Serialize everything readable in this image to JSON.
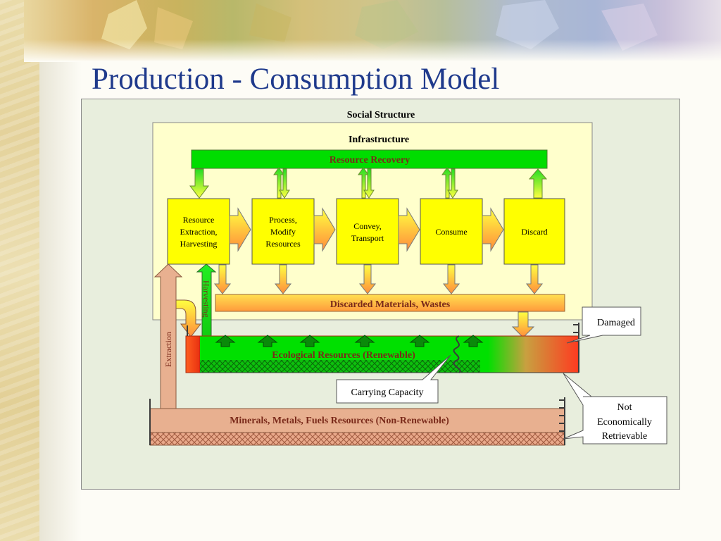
{
  "title": "Production - Consumption Model",
  "diagram": {
    "social_structure": "Social Structure",
    "infrastructure": "Infrastructure",
    "resource_recovery": "Resource Recovery",
    "stages": [
      [
        "Resource",
        "Extraction,",
        "Harvesting"
      ],
      [
        "Process,",
        "Modify",
        "Resources"
      ],
      [
        "Convey,",
        "Transport"
      ],
      [
        "Consume"
      ],
      [
        "Discard"
      ]
    ],
    "discarded": "Discarded Materials, Wastes",
    "harvesting": "Harvesting",
    "extraction": "Extraction",
    "ecological": "Ecological Resources (Renewable)",
    "minerals": "Minerals, Metals, Fuels Resources (Non-Renewable)",
    "callouts": {
      "damaged": "Damaged",
      "carrying_capacity": "Carrying Capacity",
      "not_retrievable": [
        "Not",
        "Economically",
        "Retrievable"
      ]
    }
  },
  "colors": {
    "title": "#1f3a8c",
    "stage_fill": "#ffff00",
    "recovery_green": "#00dd00",
    "waste_orange": "#ff9a3c",
    "mineral_fill": "#e8b090",
    "infra_fill": "#ffffcc",
    "frame_fill": "#e8eedd"
  }
}
